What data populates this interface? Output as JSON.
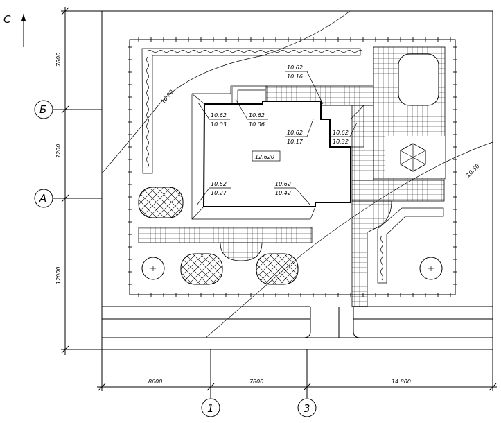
{
  "compass": {
    "label": "С"
  },
  "axes_rows": [
    {
      "label": "Б"
    },
    {
      "label": "А"
    }
  ],
  "axes_cols": [
    {
      "label": "1"
    },
    {
      "label": "3"
    }
  ],
  "dims_left": [
    "7800",
    "7200",
    "12000"
  ],
  "dims_bottom": [
    "8600",
    "7800",
    "14 800"
  ],
  "contours": [
    {
      "label": "10.00"
    },
    {
      "label": "10.50"
    }
  ],
  "building_level": "12.620",
  "elevations": [
    {
      "top": "10.62",
      "bottom": "10.16"
    },
    {
      "top": "10.62",
      "bottom": "10.03"
    },
    {
      "top": "10.62",
      "bottom": "10.06"
    },
    {
      "top": "10.62",
      "bottom": "10.17"
    },
    {
      "top": "10.62",
      "bottom": "10.32"
    },
    {
      "top": "10.62",
      "bottom": "10.27"
    },
    {
      "top": "10.62",
      "bottom": "10.42"
    }
  ]
}
